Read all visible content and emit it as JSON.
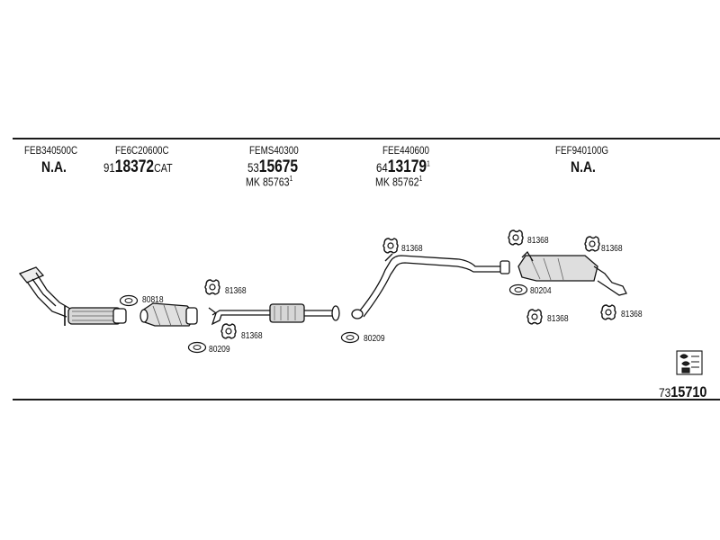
{
  "columns": [
    {
      "code": "FEB340500C",
      "status": "N.A."
    },
    {
      "code": "FE6C20600C",
      "prefix": "91",
      "number": "18372",
      "suffix": "CAT"
    },
    {
      "code": "FEMS40300",
      "prefix": "53",
      "number": "15675",
      "mk_label": "MK",
      "mk_number": "85763",
      "mk_sup": "1"
    },
    {
      "code": "FEE440600",
      "prefix": "64",
      "number": "13179",
      "sup": "1",
      "mk_label": "MK",
      "mk_number": "85762",
      "mk_sup": "1"
    },
    {
      "code": "FEF940100G",
      "status": "N.A."
    }
  ],
  "parts": {
    "p80818": "80818",
    "p81368": "81368",
    "p80209": "80209",
    "p80204": "80204"
  },
  "footer": {
    "prefix": "73",
    "number": "15710"
  },
  "icons": [
    "clamp-icon",
    "gasket-icon",
    "book-icon"
  ]
}
